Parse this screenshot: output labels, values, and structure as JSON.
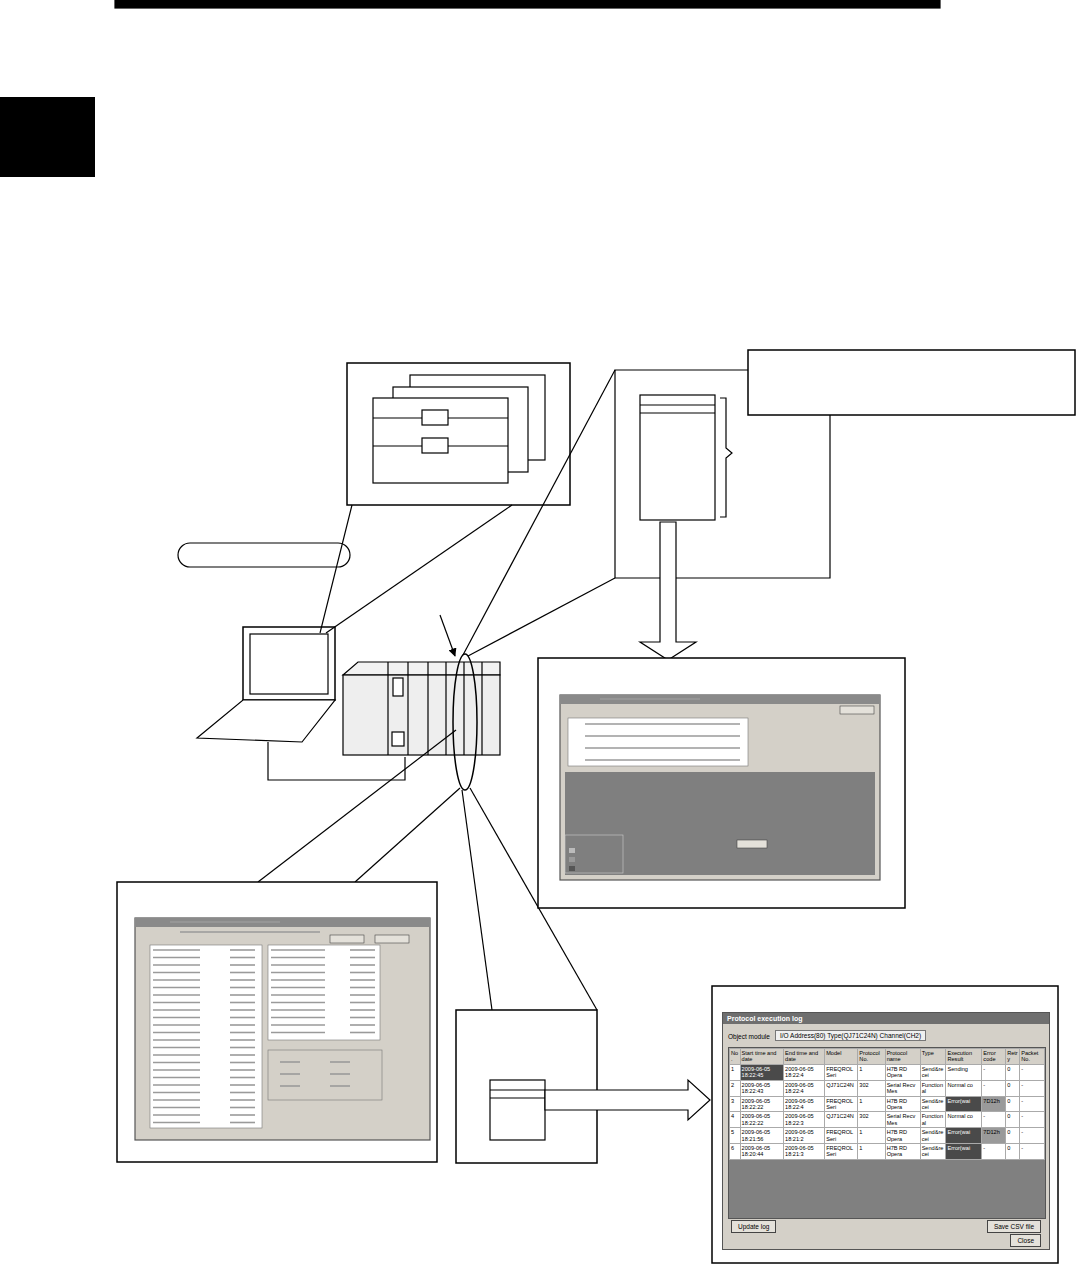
{
  "diagram": {
    "nodes": [
      {
        "text": [
          "Protocol execution log"
        ]
      },
      {
        "text": [
          "Update log"
        ],
        "in": 0
      },
      {
        "text": [
          "Save CSV file"
        ],
        "in": 0
      },
      {
        "text": [
          "Close"
        ],
        "in": 0
      }
    ],
    "labels": [
      "Object module",
      "I/O Address(80) Type(QJ71C24N) Channel(CH2)",
      "No.",
      "Start time and date",
      "End time and date",
      "Model",
      "Protocol No.",
      "Protocol name",
      "Type",
      "Execution Result",
      "Error code",
      "Retry",
      "Packet No.",
      "1",
      "2009-06-05 18:22:45",
      "2009-06-05 18:22:4",
      "FREQROL Seri",
      "1",
      "H7B RD Opera",
      "Send&recei",
      "Sending",
      "-",
      "0",
      "-",
      "2",
      "2009-06-05 18:22:43",
      "2009-06-05 18:22:4",
      "QJ71C24N",
      "302",
      "Serial Recv Mes",
      "Functional",
      "Normal co",
      "-",
      "0",
      "-",
      "3",
      "2009-06-05 18:22:22",
      "2009-06-05 18:22:4",
      "FREQROL Seri",
      "1",
      "H7B RD Opera",
      "Send&recei",
      "Error(wai",
      "7D12h",
      "0",
      "-",
      "4",
      "2009-06-05 18:22:22",
      "2009-06-05 18:22:3",
      "QJ71C24N",
      "302",
      "Serial Recv Mes",
      "Functional",
      "Normal co",
      "-",
      "0",
      "-",
      "5",
      "2009-06-05 18:21:56",
      "2009-06-05 18:21:2",
      "FREQROL Seri",
      "1",
      "H7B RD Opera",
      "Send&recei",
      "Error(wai",
      "7D12h",
      "0",
      "-",
      "6",
      "2009-06-05 18:20:44",
      "2009-06-05 18:21:3",
      "FREQROL Seri",
      "1",
      "H7B RD Opera",
      "Send&recei",
      "Error(wai",
      "-",
      "0",
      "-"
    ]
  }
}
